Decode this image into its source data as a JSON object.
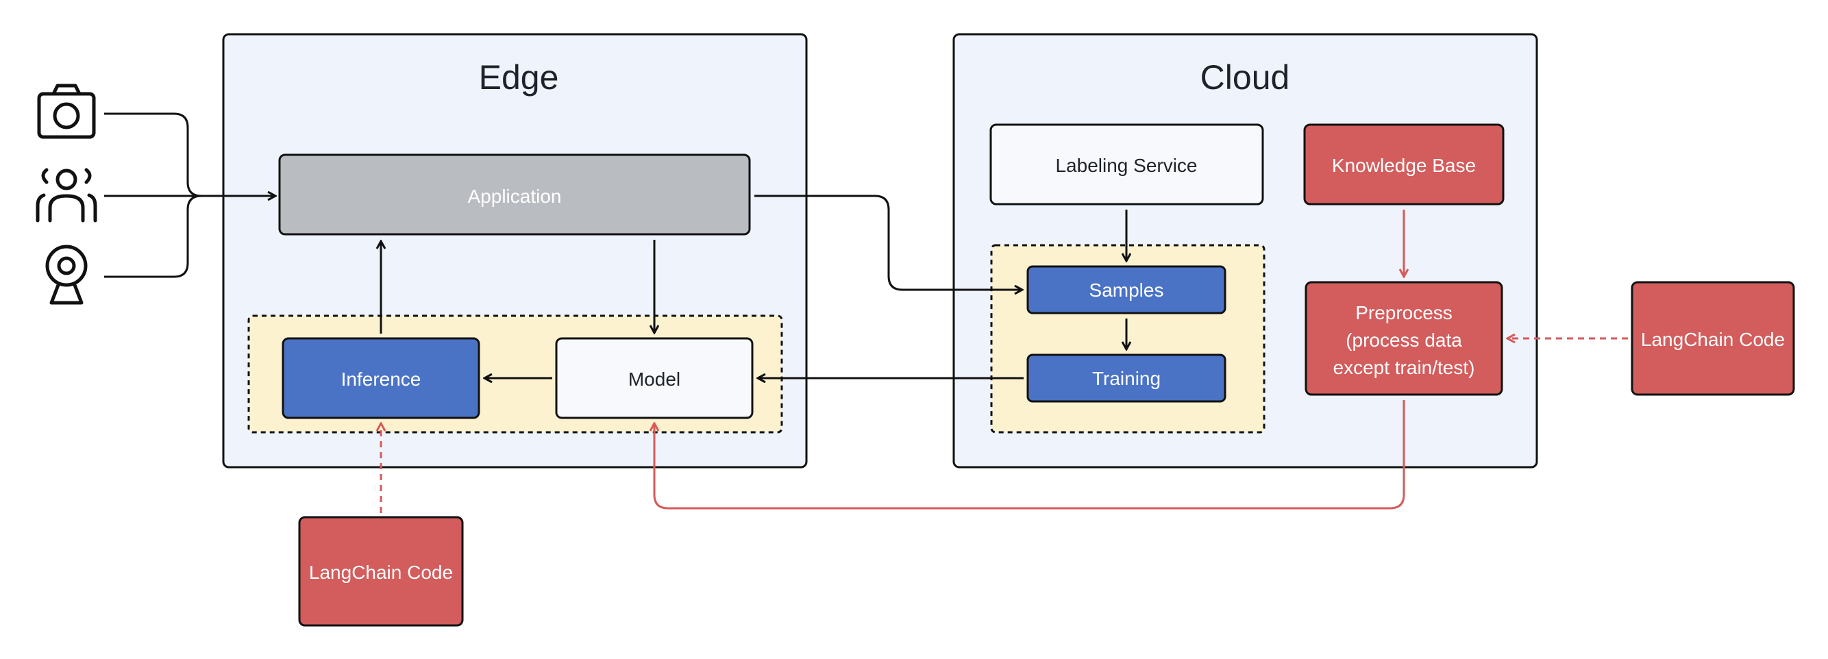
{
  "edge": {
    "title": "Edge",
    "application": "Application",
    "inference": "Inference",
    "model": "Model",
    "langchain_code": "LangChain Code"
  },
  "cloud": {
    "title": "Cloud",
    "labeling_service": "Labeling Service",
    "knowledge_base": "Knowledge Base",
    "samples": "Samples",
    "training": "Training",
    "preprocess": {
      "line1": "Preprocess",
      "line2": "(process data",
      "line3": "except train/test)"
    }
  },
  "external": {
    "langchain_code": "LangChain Code"
  },
  "inputs": {
    "icons": [
      "camera-icon",
      "users-icon",
      "webcam-icon"
    ]
  },
  "colors": {
    "container_fill": "#eef3fc",
    "group_fill": "#fdf2d0",
    "application_fill": "#b9bcc1",
    "blue_box": "#4a73c6",
    "red_box": "#d35c5c",
    "red_arrow": "#d65a5a",
    "white_box": "#f7f9fd",
    "stroke": "#111111"
  }
}
